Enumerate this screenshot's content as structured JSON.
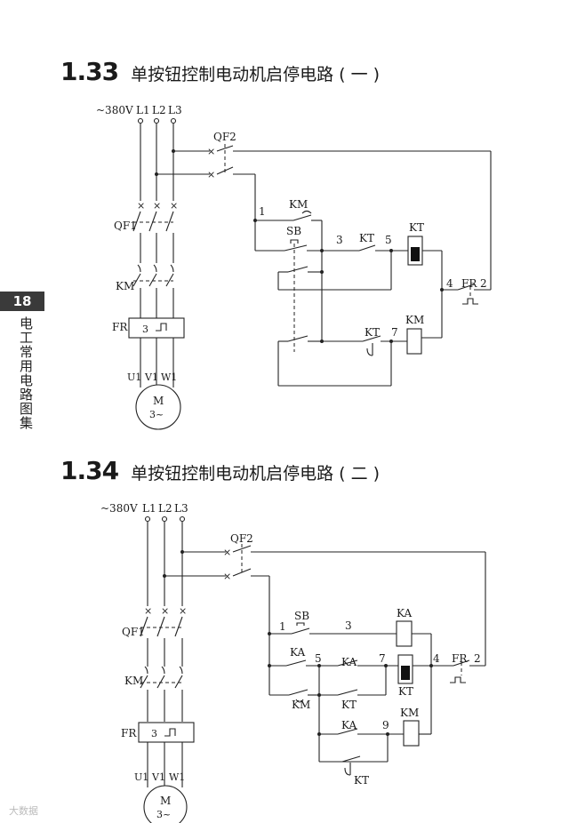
{
  "sections": [
    {
      "number": "1.33",
      "title": "单按钮控制电动机启停电路 ( 一 )"
    },
    {
      "number": "1.34",
      "title": "单按钮控制电动机启停电路 ( 二 )"
    }
  ],
  "side": {
    "page": "18",
    "book": "电工常用电路图集"
  },
  "d1": {
    "supply": "~380V",
    "L1": "L1",
    "L2": "L2",
    "L3": "L3",
    "QF1": "QF1",
    "QF2": "QF2",
    "KM": "KM",
    "FR": "FR",
    "FR_num": "3",
    "U": "U1",
    "V": "V1",
    "W": "W1",
    "motor": "M",
    "motor_sub": "3~",
    "n1": "1",
    "n2": "2",
    "n3": "3",
    "n4": "4",
    "n5": "5",
    "n7": "7",
    "SB": "SB",
    "KM_contact": "KM",
    "KT1": "KT",
    "KT_coil": "KT",
    "KT2": "KT",
    "KM_coil": "KM",
    "FR_contact": "FR"
  },
  "d2": {
    "supply": "~380V",
    "L1": "L1",
    "L2": "L2",
    "L3": "L3",
    "QF1": "QF1",
    "QF2": "QF2",
    "KM": "KM",
    "FR": "FR",
    "FR_num": "3",
    "U": "U1",
    "V": "V1",
    "W": "W1",
    "motor": "M",
    "motor_sub": "3~",
    "n1": "1",
    "n2": "2",
    "n3": "3",
    "n4": "4",
    "n5": "5",
    "n7": "7",
    "n9": "9",
    "SB": "SB",
    "KA_coil": "KA",
    "KA1": "KA",
    "KA2": "KA",
    "KA3": "KA",
    "KM_contact": "KM",
    "KT_contact": "KT",
    "KT_coil": "KT",
    "KT_delay": "KT",
    "KM_coil": "KM",
    "FR_contact": "FR"
  },
  "watermark": "大数据"
}
